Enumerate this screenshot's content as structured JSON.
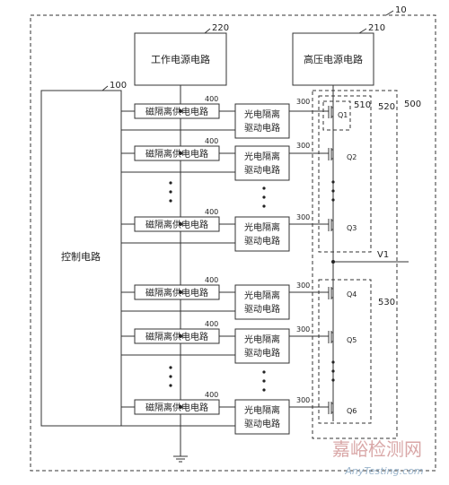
{
  "labels": {
    "system": "10",
    "control": "100",
    "working_power": "220",
    "hv_power": "210",
    "magnetic": "400",
    "optical": "300",
    "switch_group": "500",
    "upper_group": "520",
    "lower_group": "530",
    "q1_frame": "510",
    "node_v1": "V1"
  },
  "blocks": {
    "working_power": "工作电源电路",
    "hv_power": "高压电源电路",
    "control": "控制电路",
    "magnetic": "磁隔离供电电路",
    "optical_line1": "光电隔离",
    "optical_line2": "驱动电路"
  },
  "switches": [
    "Q1",
    "Q2",
    "Q3",
    "Q4",
    "Q5",
    "Q6"
  ],
  "watermark": {
    "cn": "嘉峪检测网",
    "en": "AnyTesting.com"
  }
}
